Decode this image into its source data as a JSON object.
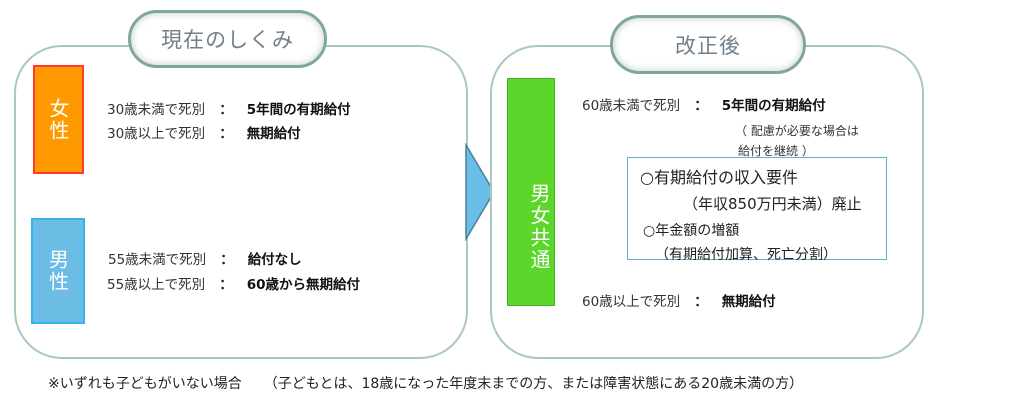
{
  "current": {
    "title": "現在のしくみ",
    "female": {
      "label": "女性",
      "rows": [
        {
          "condition": "30歳未満で死別",
          "separator": "：",
          "benefit": "5年間の有期給付"
        },
        {
          "condition": "30歳以上で死別",
          "separator": "：",
          "benefit": "無期給付"
        }
      ]
    },
    "male": {
      "label": "男性",
      "rows": [
        {
          "condition": "55歳未満で死別",
          "separator": "：",
          "benefit": "給付なし"
        },
        {
          "condition": "55歳以上で死別",
          "separator": "：",
          "benefit": "60歳から無期給付"
        }
      ]
    }
  },
  "revised": {
    "title": "改正後",
    "label": "男女共通",
    "row1": {
      "condition": "60歳未満で死別",
      "separator": "：",
      "benefit": "5年間の有期給付"
    },
    "note_line1": "（ 配慮が必要な場合は",
    "note_line2": "給付を継続 ）",
    "box": {
      "item1": "○有期給付の収入要件",
      "item1_sub": "（年収850万円未満）廃止",
      "item2": "○年金額の増額",
      "item2_sub": "（有期給付加算、死亡分割）"
    },
    "row2": {
      "condition": "60歳以上で死別",
      "separator": "：",
      "benefit": "無期給付"
    }
  },
  "footer": {
    "note": "※いずれも子どもがいない場合",
    "definition": "（子どもとは、18歳になった年度末までの方、または障害状態にある20歳未満の方）"
  },
  "colors": {
    "female": "#ff9900",
    "female_border": "#ff3b30",
    "male": "#6cbde6",
    "common": "#5cd62a",
    "arrow": "#6cbde6",
    "panel_border": "#a9c9bf",
    "box_border": "#5ab5c8"
  }
}
